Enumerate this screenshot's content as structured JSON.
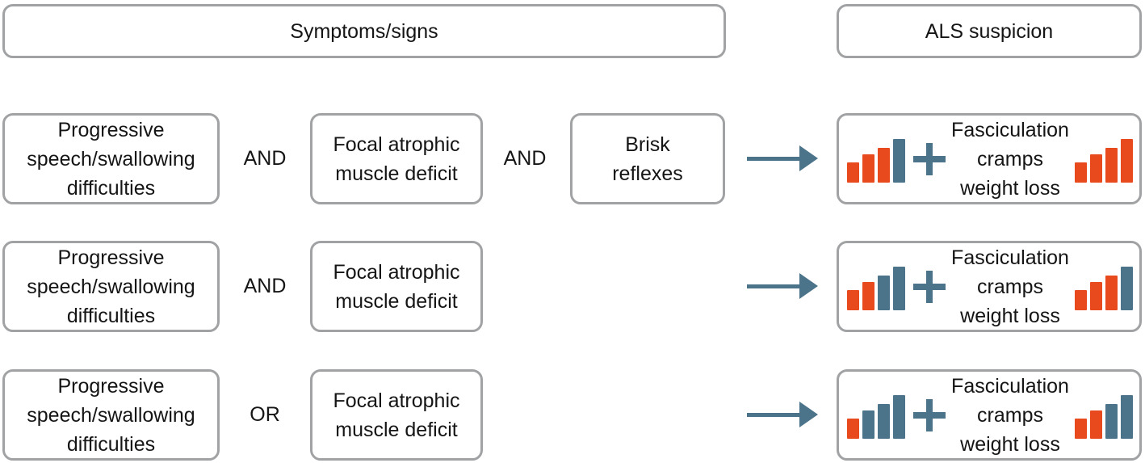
{
  "colors": {
    "orange": "#E8491D",
    "blue": "#4B7389",
    "accent": "#4B7389",
    "box_border": "#A0A2A4",
    "text": "#151515",
    "background": "#FFFFFF"
  },
  "header": {
    "symptoms_title": "Symptoms/signs",
    "suspicion_title": "ALS suspicion"
  },
  "icons": {
    "arrow": "arrow-right-icon",
    "plus": "plus-icon",
    "meter": "suspicion-level-bars-icon"
  },
  "meters": {
    "heights": [
      25,
      35,
      43,
      54
    ]
  },
  "rows": [
    {
      "conditions": [
        {
          "text": "Progressive speech/swallowing difficulties",
          "lines": [
            "Progressive",
            "speech/swallowing",
            "difficulties"
          ]
        },
        {
          "text": "Focal atrophic muscle deficit",
          "lines": [
            "Focal atrophic",
            "muscle deficit"
          ]
        },
        {
          "text": "Brisk reflexes",
          "lines": [
            "Brisk",
            "reflexes"
          ]
        }
      ],
      "operators": [
        "AND",
        "AND"
      ],
      "result": {
        "label": "Fasciculation cramps weight loss",
        "label_lines": [
          "Fasciculation",
          "cramps",
          "weight loss"
        ],
        "left_meter": [
          "orange",
          "orange",
          "orange",
          "blue"
        ],
        "right_meter": [
          "orange",
          "orange",
          "orange",
          "orange"
        ]
      }
    },
    {
      "conditions": [
        {
          "text": "Progressive speech/swallowing difficulties",
          "lines": [
            "Progressive",
            "speech/swallowing",
            "difficulties"
          ]
        },
        {
          "text": "Focal atrophic muscle deficit",
          "lines": [
            "Focal atrophic",
            "muscle deficit"
          ]
        }
      ],
      "operators": [
        "AND"
      ],
      "result": {
        "label": "Fasciculation cramps weight loss",
        "label_lines": [
          "Fasciculation",
          "cramps",
          "weight loss"
        ],
        "left_meter": [
          "orange",
          "orange",
          "blue",
          "blue"
        ],
        "right_meter": [
          "orange",
          "orange",
          "orange",
          "blue"
        ]
      }
    },
    {
      "conditions": [
        {
          "text": "Progressive speech/swallowing difficulties",
          "lines": [
            "Progressive",
            "speech/swallowing",
            "difficulties"
          ]
        },
        {
          "text": "Focal atrophic muscle deficit",
          "lines": [
            "Focal atrophic",
            "muscle deficit"
          ]
        }
      ],
      "operators": [
        "OR"
      ],
      "result": {
        "label": "Fasciculation cramps weight loss",
        "label_lines": [
          "Fasciculation",
          "cramps",
          "weight loss"
        ],
        "left_meter": [
          "orange",
          "blue",
          "blue",
          "blue"
        ],
        "right_meter": [
          "orange",
          "orange",
          "blue",
          "blue"
        ]
      }
    }
  ]
}
